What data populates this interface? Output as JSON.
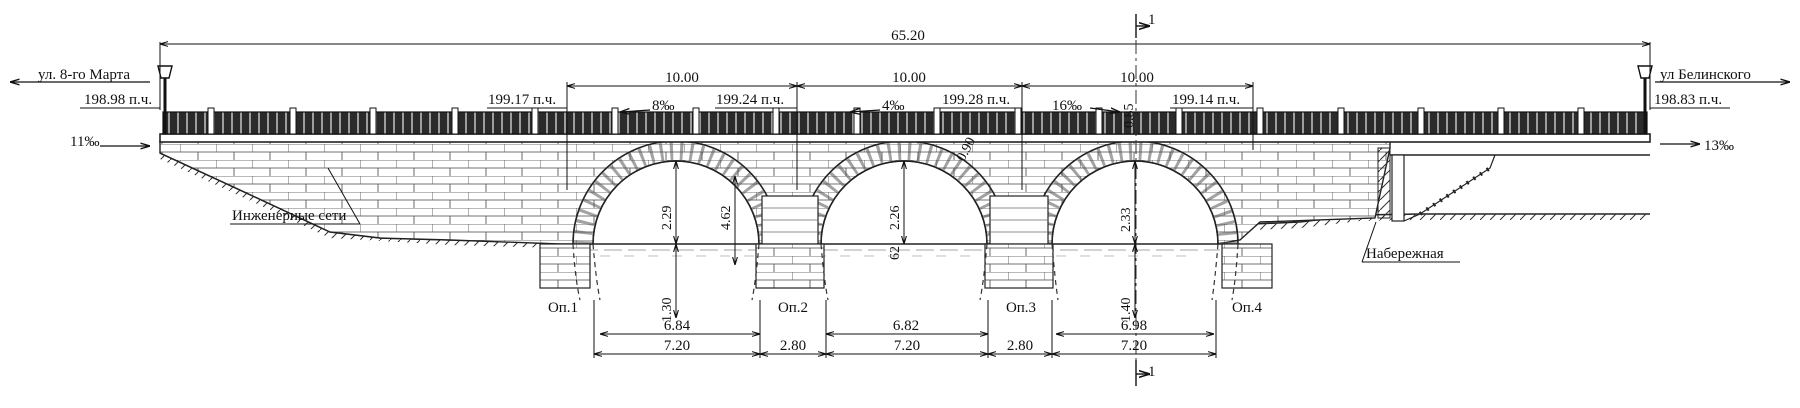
{
  "drawing": {
    "overall_length": "65.20",
    "section_mark": "1",
    "left_street": "ул. 8-го Марта",
    "right_street": "ул Белинского",
    "left_slope": "11‰",
    "right_slope": "13‰",
    "elevations": {
      "left_end": "198.98 п.ч.",
      "e1": "199.17 п.ч.",
      "e2": "199.24 п.ч.",
      "e3": "199.28 п.ч.",
      "e4": "199.14 п.ч.",
      "right_end": "198.83 п.ч."
    },
    "spans_top": [
      "10.00",
      "10.00",
      "10.00"
    ],
    "deck_slopes": [
      "8‰",
      "4‰",
      "16‰"
    ],
    "deck_dims": {
      "d1": "0.90",
      "d2": "0.85"
    },
    "arch_dims": {
      "a1_rise": "2.29",
      "a1_height": "4.62",
      "a1_depth": "1.30",
      "a2_rise": "2.26",
      "a2_small": "62",
      "a3_rise": "2.33",
      "a3_depth": "1.40"
    },
    "clear_spans": [
      "6.84",
      "6.82",
      "6.98"
    ],
    "bottom_dims": [
      "7.20",
      "2.80",
      "7.20",
      "2.80",
      "7.20"
    ],
    "supports": [
      "Оп.1",
      "Оп.2",
      "Оп.3",
      "Оп.4"
    ],
    "callouts": {
      "utilities": "Инженерные сети",
      "embankment": "Набережная"
    }
  }
}
